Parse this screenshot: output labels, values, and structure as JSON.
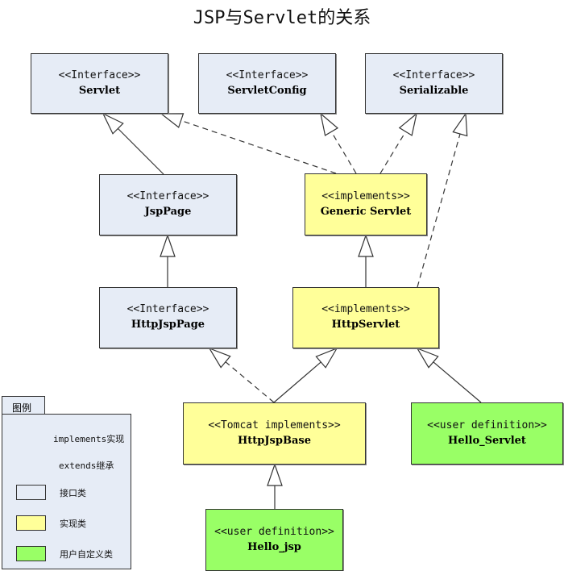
{
  "title": "JSP与Servlet的关系",
  "colors": {
    "interface": "#e6ecf6",
    "implementation": "#ffff99",
    "user_defined": "#99ff66"
  },
  "boxes": {
    "servlet": {
      "stereotype": "<<Interface>>",
      "name": "Servlet",
      "kind": "interface"
    },
    "servlet_config": {
      "stereotype": "<<Interface>>",
      "name": "ServletConfig",
      "kind": "interface"
    },
    "serializable": {
      "stereotype": "<<Interface>>",
      "name": "Serializable",
      "kind": "interface"
    },
    "jsp_page": {
      "stereotype": "<<Interface>>",
      "name": "JspPage",
      "kind": "interface"
    },
    "generic_servlet": {
      "stereotype": "<<implements>>",
      "name": "Generic Servlet",
      "kind": "implementation"
    },
    "http_jsp_page": {
      "stereotype": "<<Interface>>",
      "name": "HttpJspPage",
      "kind": "interface"
    },
    "http_servlet": {
      "stereotype": "<<implements>>",
      "name": "HttpServlet",
      "kind": "implementation"
    },
    "http_jsp_base": {
      "stereotype": "<<Tomcat implements>>",
      "name": "HttpJspBase",
      "kind": "implementation"
    },
    "hello_servlet": {
      "stereotype": "<<user definition>>",
      "name": "Hello_Servlet",
      "kind": "user_defined"
    },
    "hello_jsp": {
      "stereotype": "<<user definition>>",
      "name": "Hello_jsp",
      "kind": "user_defined"
    }
  },
  "edges": [
    {
      "from": "jsp_page",
      "to": "servlet",
      "type": "extends"
    },
    {
      "from": "generic_servlet",
      "to": "servlet",
      "type": "implements"
    },
    {
      "from": "generic_servlet",
      "to": "servlet_config",
      "type": "implements"
    },
    {
      "from": "generic_servlet",
      "to": "serializable",
      "type": "implements"
    },
    {
      "from": "http_servlet",
      "to": "serializable",
      "type": "implements"
    },
    {
      "from": "http_jsp_page",
      "to": "jsp_page",
      "type": "extends"
    },
    {
      "from": "http_servlet",
      "to": "generic_servlet",
      "type": "extends"
    },
    {
      "from": "http_jsp_base",
      "to": "http_jsp_page",
      "type": "implements"
    },
    {
      "from": "http_jsp_base",
      "to": "http_servlet",
      "type": "extends"
    },
    {
      "from": "hello_servlet",
      "to": "http_servlet",
      "type": "extends"
    },
    {
      "from": "hello_jsp",
      "to": "http_jsp_base",
      "type": "extends"
    }
  ],
  "legend": {
    "tab": "图例",
    "implements": "implements实现",
    "extends": "extends继承",
    "interface": "接口类",
    "implementation": "实现类",
    "user_defined": "用户自定义类"
  }
}
